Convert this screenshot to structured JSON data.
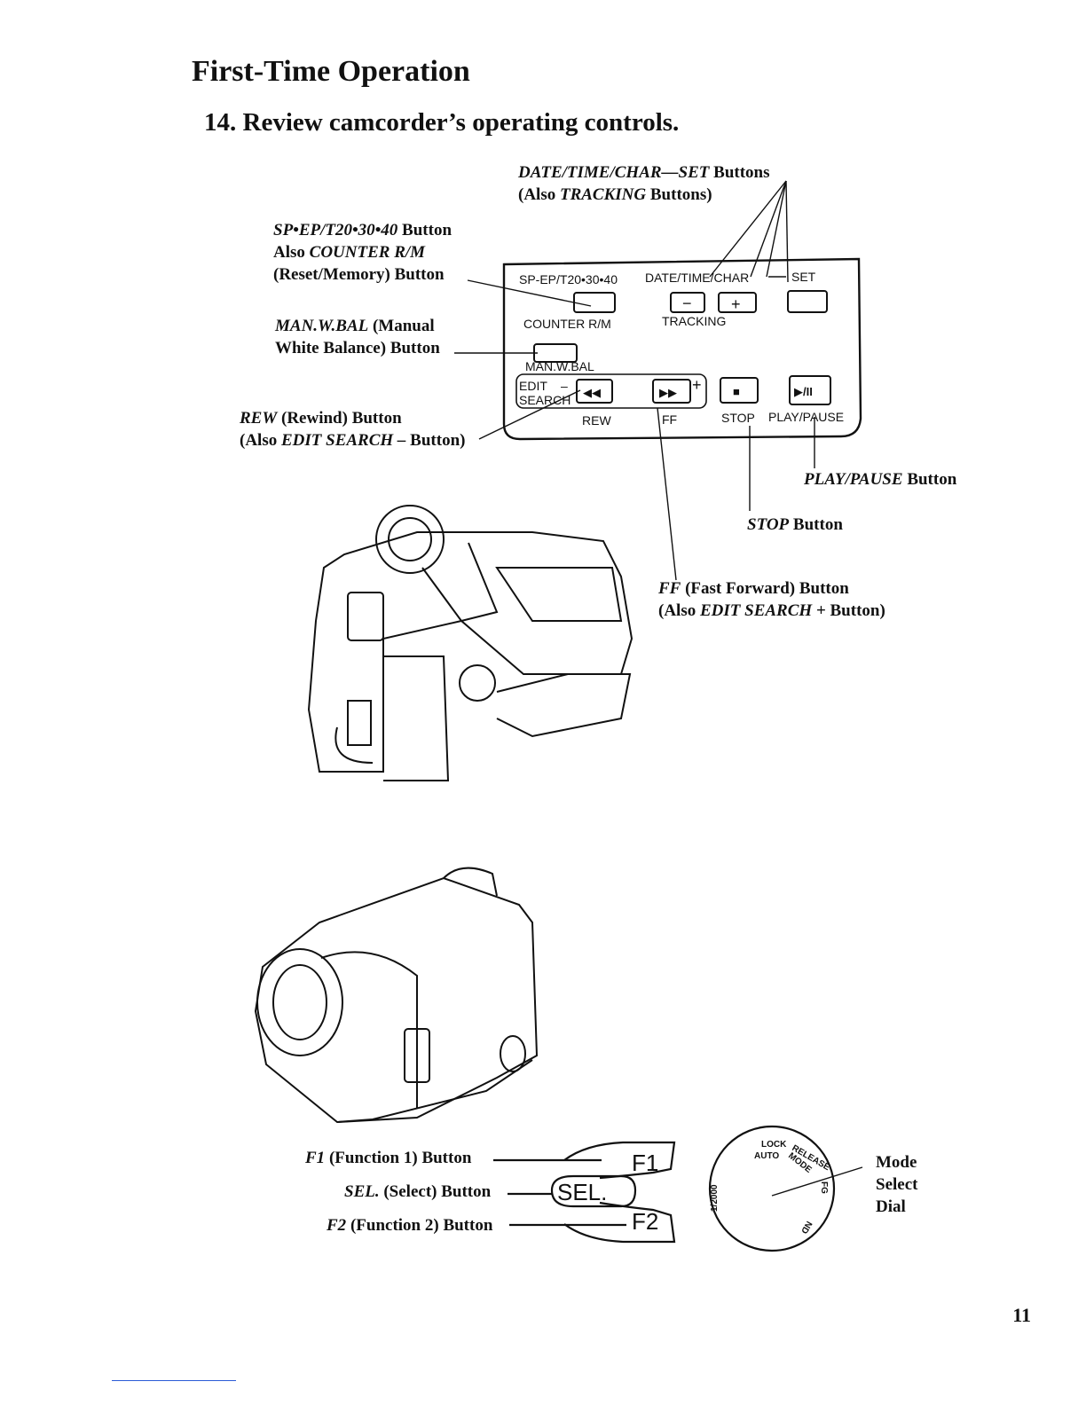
{
  "header": {
    "section_title": "First-Time Operation",
    "step_title": "14. Review camcorder’s operating controls."
  },
  "callouts": {
    "date_time": {
      "l1_it": "DATE/TIME/CHAR—SET",
      "l1": " Buttons",
      "l2a": "(Also ",
      "l2_it": "TRACKING",
      "l2b": " Buttons)"
    },
    "sp_ep": {
      "l1_it": "SP•EP/T20•30•40",
      "l1": " Button",
      "l2a": "Also ",
      "l2_it": "COUNTER R/M",
      "l3": "(Reset/Memory) Button"
    },
    "man_wbal": {
      "l1_it": "MAN.W.BAL",
      "l1": " (Manual",
      "l2": "White Balance) Button"
    },
    "rew": {
      "l1_it": "REW",
      "l1": " (Rewind) Button",
      "l2a": "(Also ",
      "l2_it": "EDIT SEARCH –",
      "l2b": " Button)"
    },
    "play_pause": {
      "it": "PLAY/PAUSE",
      "rest": " Button"
    },
    "stop": {
      "it": "STOP",
      "rest": " Button"
    },
    "ff": {
      "l1_it": "FF",
      "l1": " (Fast Forward) Button",
      "l2a": "(Also ",
      "l2_it": "EDIT SEARCH +",
      "l2b": " Button)"
    },
    "f1": {
      "it": "F1",
      "rest": " (Function 1) Button"
    },
    "sel": {
      "it": "SEL.",
      "rest": " (Select) Button"
    },
    "f2": {
      "it": "F2",
      "rest": " (Function 2) Button"
    },
    "mode_dial": {
      "l1": "Mode",
      "l2": "Select",
      "l3": "Dial"
    }
  },
  "panel": {
    "sp_ep": "SP-EP/T20•30•40",
    "date_time": "DATE/TIME/CHAR",
    "set": "SET",
    "minus": "−",
    "plus": "+",
    "counter": "COUNTER R/M",
    "tracking": "TRACKING",
    "man_wbal": "MAN.W.BAL",
    "edit": "EDIT",
    "search": "SEARCH",
    "edit_minus": "–",
    "edit_plus": "+",
    "rew_sym": "◀◀",
    "ff_sym": "▶▶",
    "stop_sym": "■",
    "play_sym": "▶/II",
    "rew": "REW",
    "ff": "FF",
    "stop": "STOP",
    "play_pause": "PLAY/PAUSE"
  },
  "keys": {
    "f1": "F1",
    "sel": "SEL.",
    "f2": "F2"
  },
  "dial": {
    "lock": "LOCK",
    "release": "RELEASE",
    "auto": "AUTO",
    "mode": "MODE",
    "fg": "FG",
    "nd": "ND",
    "shutter": "1/2000"
  },
  "page_number": "11"
}
